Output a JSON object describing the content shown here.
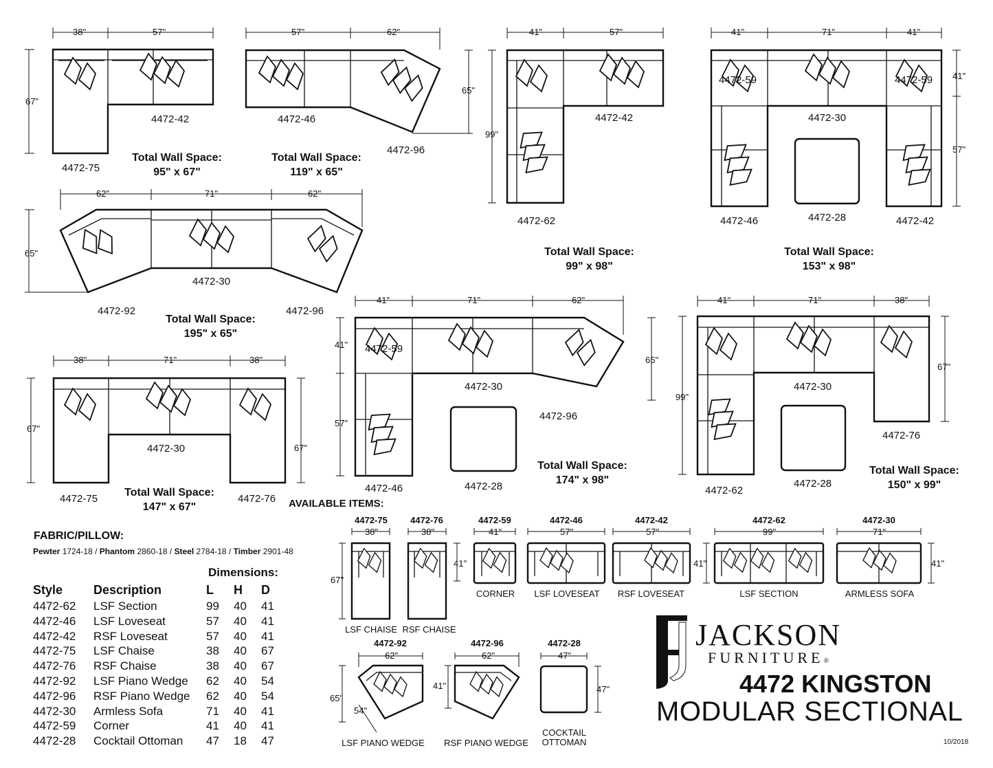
{
  "diagrams": [
    {
      "codes": [
        "4472-75",
        "4472-42"
      ],
      "widths": [
        "38\"",
        "57\""
      ],
      "depth": "67\"",
      "wall_label": "Total Wall Space:",
      "wall_value": "95\" x 67\""
    },
    {
      "codes": [
        "4472-46",
        "4472-96"
      ],
      "widths": [
        "57\"",
        "62\""
      ],
      "depth": "65\"",
      "wall_label": "Total Wall Space:",
      "wall_value": "119\" x 65\""
    },
    {
      "codes": [
        "4472-42",
        "4472-62"
      ],
      "widths": [
        "41\"",
        "57\""
      ],
      "depth": "99\"",
      "wall_label": "Total Wall Space:",
      "wall_value": "99\" x 98\""
    },
    {
      "codes": [
        "4472-59",
        "4472-59",
        "4472-30",
        "4472-46",
        "4472-28",
        "4472-42"
      ],
      "widths": [
        "41\"",
        "71\"",
        "41\""
      ],
      "depths": [
        "41\"",
        "57\""
      ],
      "wall_label": "Total Wall Space:",
      "wall_value": "153\" x 98\""
    },
    {
      "codes": [
        "4472-30",
        "4472-92",
        "4472-96"
      ],
      "widths": [
        "62\"",
        "71\"",
        "62\""
      ],
      "depth": "65\"",
      "wall_label": "Total Wall Space:",
      "wall_value": "195\" x 65\""
    },
    {
      "codes": [
        "4472-59",
        "4472-30",
        "4472-96",
        "4472-46",
        "4472-28"
      ],
      "widths": [
        "41\"",
        "71\"",
        "62\""
      ],
      "depths": [
        "41\"",
        "57\"",
        "65\""
      ],
      "wall_label": "Total Wall Space:",
      "wall_value": "174\" x 98\""
    },
    {
      "codes": [
        "4472-30",
        "4472-76",
        "4472-62",
        "4472-28"
      ],
      "widths": [
        "41\"",
        "71\"",
        "38\""
      ],
      "depths": [
        "99\"",
        "67\""
      ],
      "wall_label": "Total Wall Space:",
      "wall_value": "150\" x 99\""
    },
    {
      "codes": [
        "4472-30",
        "4472-75",
        "4472-76"
      ],
      "widths": [
        "38\"",
        "71\"",
        "38\""
      ],
      "depths": [
        "67\"",
        "67\""
      ],
      "wall_label": "Total Wall Space:",
      "wall_value": "147\" x 67\""
    }
  ],
  "available": {
    "heading": "AVAILABLE ITEMS:",
    "items": [
      {
        "code": "4472-75",
        "width": "38\"",
        "depth": "67\"",
        "label": "LSF CHAISE"
      },
      {
        "code": "4472-76",
        "width": "38\"",
        "label": "RSF CHAISE"
      },
      {
        "code": "4472-59",
        "width": "41\"",
        "depth": "41\"",
        "label": "CORNER"
      },
      {
        "code": "4472-46",
        "width": "57\"",
        "label": "LSF LOVESEAT"
      },
      {
        "code": "4472-42",
        "width": "57\"",
        "depth": "41\"",
        "label": "RSF LOVESEAT"
      },
      {
        "code": "4472-62",
        "width": "99\"",
        "label": "LSF SECTION"
      },
      {
        "code": "4472-30",
        "width": "71\"",
        "depth": "41\"",
        "label": "ARMLESS SOFA"
      },
      {
        "code": "4472-92",
        "width": "62\"",
        "depth": "65\"",
        "side": "54\"",
        "label": "LSF PIANO WEDGE"
      },
      {
        "code": "4472-96",
        "width": "62\"",
        "depth": "41\"",
        "label": "RSF PIANO WEDGE"
      },
      {
        "code": "4472-28",
        "width": "47\"",
        "depth": "47\"",
        "label_1": "COCKTAIL",
        "label_2": "OTTOMAN"
      }
    ]
  },
  "fabric": {
    "title": "FABRIC/PILLOW:",
    "list": [
      {
        "name": "Pewter",
        "code": "1724-18"
      },
      {
        "name": "Phantom",
        "code": "2860-18"
      },
      {
        "name": "Steel",
        "code": "2784-18"
      },
      {
        "name": "Timber",
        "code": "2901-48"
      }
    ]
  },
  "specs": {
    "dimensions_title": "Dimensions:",
    "headers": [
      "Style",
      "Description",
      "L",
      "H",
      "D"
    ],
    "rows": [
      [
        "4472-62",
        "LSF Section",
        "99",
        "40",
        "41"
      ],
      [
        "4472-46",
        "LSF Loveseat",
        "57",
        "40",
        "41"
      ],
      [
        "4472-42",
        "RSF Loveseat",
        "57",
        "40",
        "41"
      ],
      [
        "4472-75",
        "LSF Chaise",
        "38",
        "40",
        "67"
      ],
      [
        "4472-76",
        "RSF Chaise",
        "38",
        "40",
        "67"
      ],
      [
        "4472-92",
        "LSF Piano Wedge",
        "62",
        "40",
        "54"
      ],
      [
        "4472-96",
        "RSF Piano Wedge",
        "62",
        "40",
        "54"
      ],
      [
        "4472-30",
        "Armless Sofa",
        "71",
        "40",
        "41"
      ],
      [
        "4472-59",
        "Corner",
        "41",
        "40",
        "41"
      ],
      [
        "4472-28",
        "Cocktail Ottoman",
        "47",
        "18",
        "47"
      ]
    ]
  },
  "brand": {
    "monogram": "JF",
    "name": "JACKSON",
    "sub": "FURNITURE",
    "reg": "®",
    "model": "4472 KINGSTON",
    "model_sub": "MODULAR SECTIONAL",
    "date": "10/2018"
  }
}
